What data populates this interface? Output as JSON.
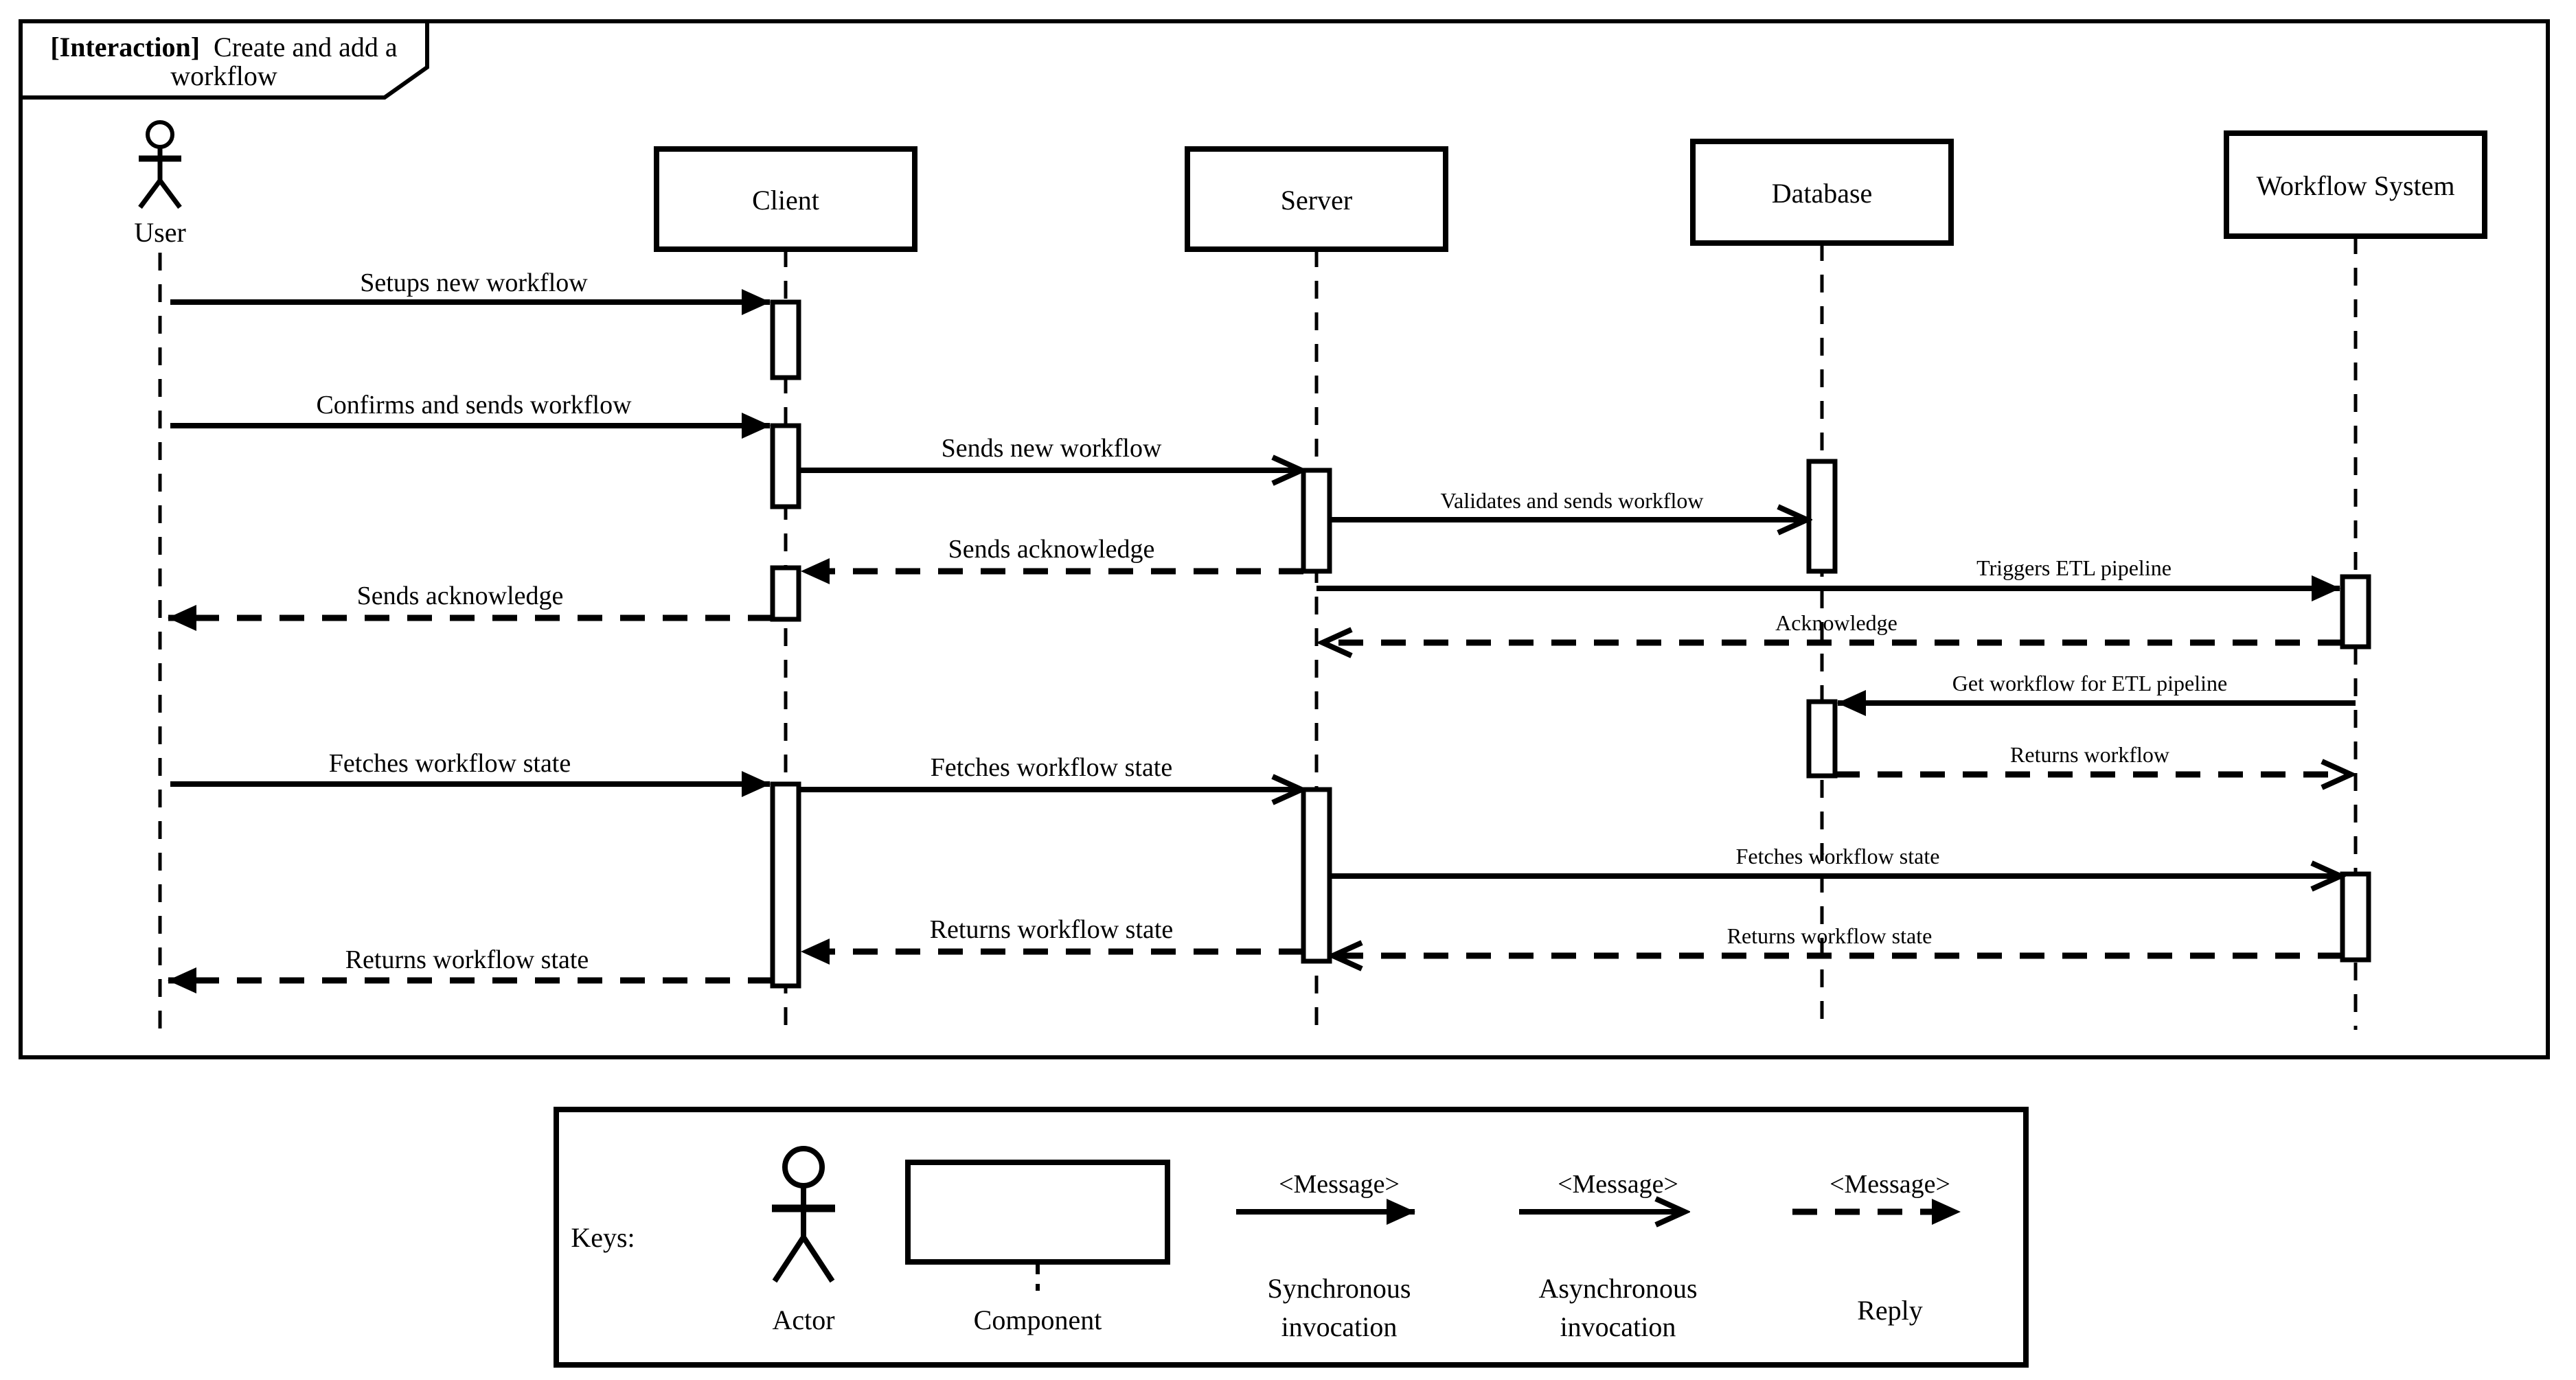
{
  "colors": {
    "ink": "#000000",
    "background": "#ffffff"
  },
  "frame": {
    "title_bold": "[Interaction]",
    "title_rest": "Create and add a",
    "title_line2": "workflow"
  },
  "participants": [
    {
      "label": "User",
      "kind": "actor"
    },
    {
      "label": "Client",
      "kind": "component"
    },
    {
      "label": "Server",
      "kind": "component"
    },
    {
      "label": "Database",
      "kind": "component"
    },
    {
      "label": "Workflow System",
      "kind": "component"
    }
  ],
  "messages": [
    {
      "label": "Setups new workflow",
      "from": "User",
      "to": "Client",
      "kind": "synchronous",
      "line": "solid"
    },
    {
      "label": "Confirms and sends workflow",
      "from": "User",
      "to": "Client",
      "kind": "synchronous",
      "line": "solid"
    },
    {
      "label": "Sends new workflow",
      "from": "Client",
      "to": "Server",
      "kind": "asynchronous",
      "line": "solid"
    },
    {
      "label": "Validates and sends workflow",
      "from": "Server",
      "to": "Database",
      "kind": "asynchronous",
      "line": "solid"
    },
    {
      "label": "Sends acknowledge",
      "from": "Server",
      "to": "Client",
      "kind": "reply",
      "line": "dashed"
    },
    {
      "label": "Triggers ETL pipeline",
      "from": "Server",
      "to": "Workflow System",
      "kind": "synchronous",
      "line": "solid"
    },
    {
      "label": "Sends acknowledge",
      "from": "Client",
      "to": "User",
      "kind": "reply",
      "line": "dashed"
    },
    {
      "label": "Acknowledge",
      "from": "Workflow System",
      "to": "Server",
      "kind": "reply",
      "line": "dashed"
    },
    {
      "label": "Get workflow for ETL pipeline",
      "from": "Workflow System",
      "to": "Database",
      "kind": "synchronous",
      "line": "solid"
    },
    {
      "label": "Returns workflow",
      "from": "Database",
      "to": "Workflow System",
      "kind": "reply",
      "line": "dashed"
    },
    {
      "label": "Fetches workflow state",
      "from": "User",
      "to": "Client",
      "kind": "synchronous",
      "line": "solid"
    },
    {
      "label": "Fetches workflow state",
      "from": "Client",
      "to": "Server",
      "kind": "asynchronous",
      "line": "solid"
    },
    {
      "label": "Fetches workflow state",
      "from": "Server",
      "to": "Workflow System",
      "kind": "asynchronous",
      "line": "solid"
    },
    {
      "label": "Returns workflow state",
      "from": "Workflow System",
      "to": "Server",
      "kind": "reply",
      "line": "dashed"
    },
    {
      "label": "Returns workflow state",
      "from": "Server",
      "to": "Client",
      "kind": "reply",
      "line": "dashed"
    },
    {
      "label": "Returns workflow state",
      "from": "Client",
      "to": "User",
      "kind": "reply",
      "line": "dashed"
    }
  ],
  "legend": {
    "keys_label": "Keys:",
    "actor_label": "Actor",
    "component_label": "Component",
    "sync_message": "<Message>",
    "async_message": "<Message>",
    "reply_message": "<Message>",
    "sync_label_line1": "Synchronous",
    "sync_label_line2": "invocation",
    "async_label_line1": "Asynchronous",
    "async_label_line2": "invocation",
    "reply_label": "Reply"
  }
}
